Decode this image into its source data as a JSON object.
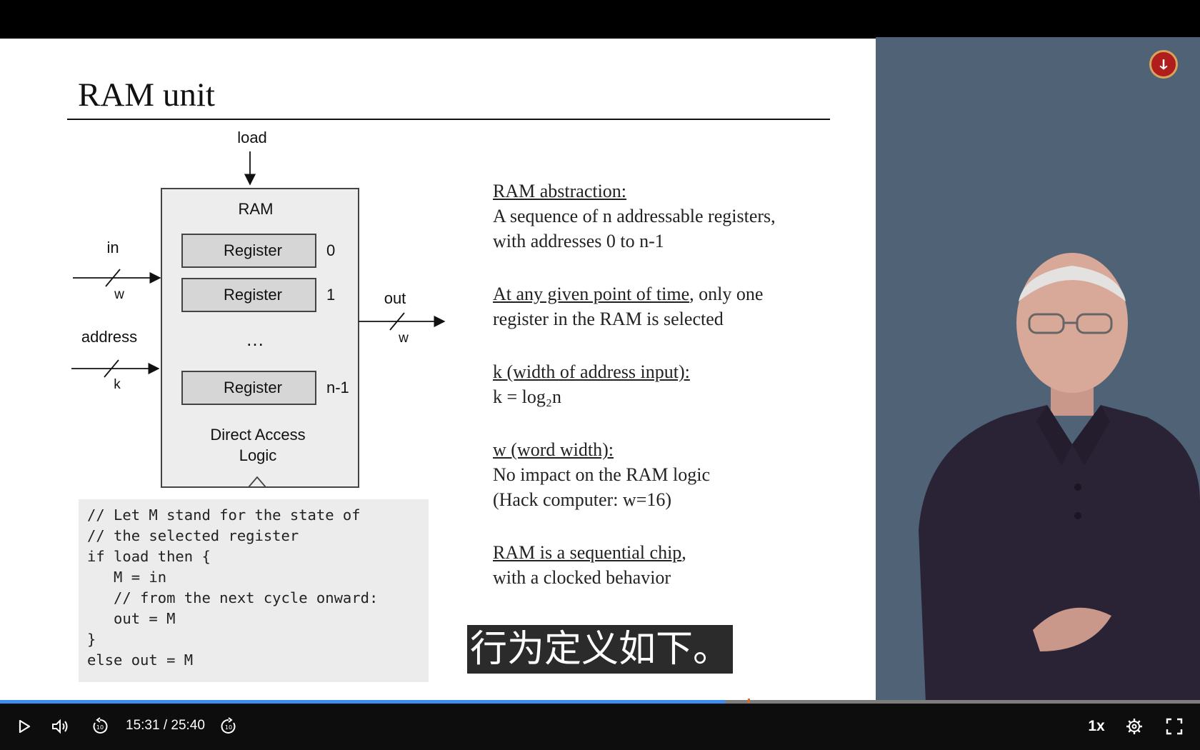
{
  "slide": {
    "title": "RAM unit",
    "diagram": {
      "load_label": "load",
      "in_label": "in",
      "in_width": "w",
      "address_label": "address",
      "address_width": "k",
      "out_label": "out",
      "out_width": "w",
      "box_title": "RAM",
      "registers": [
        {
          "label": "Register",
          "index": "0"
        },
        {
          "label": "Register",
          "index": "1"
        },
        {
          "label": "Register",
          "index": "n-1"
        }
      ],
      "ellipsis": "…",
      "logic_line1": "Direct Access",
      "logic_line2": "Logic"
    },
    "notes": [
      {
        "heading": "RAM abstraction:",
        "lines": [
          "A sequence of n addressable registers,",
          "with addresses 0 to n-1"
        ]
      },
      {
        "heading": "At any given point of time",
        "heading_rest": ", only one",
        "lines": [
          "register in the RAM is selected"
        ]
      },
      {
        "heading": "k (width of address input):",
        "lines": [
          "k = log₂n"
        ]
      },
      {
        "heading": "w (word width):",
        "lines": [
          "No impact on the RAM logic",
          "(Hack computer: w=16)"
        ]
      },
      {
        "heading": "RAM is a sequential chip",
        "heading_rest": ",",
        "lines": [
          "with a clocked behavior"
        ]
      }
    ],
    "code": "// Let M stand for the state of\n// the selected register\nif load then {\n   M = in\n   // from the next cycle onward:\n   out = M\n}\nelse out = M"
  },
  "subtitle": "行为定义如下。",
  "player": {
    "time": "15:31 / 25:40",
    "speed": "1x",
    "progress_fraction": 0.604,
    "marker_fraction": 0.623,
    "icons": {
      "play": "play-icon",
      "volume": "volume-icon",
      "rewind": "rewind-10-icon",
      "forward": "forward-10-icon",
      "settings": "gear-icon",
      "fullscreen": "fullscreen-icon"
    },
    "accent_color": "#3d8df0"
  }
}
